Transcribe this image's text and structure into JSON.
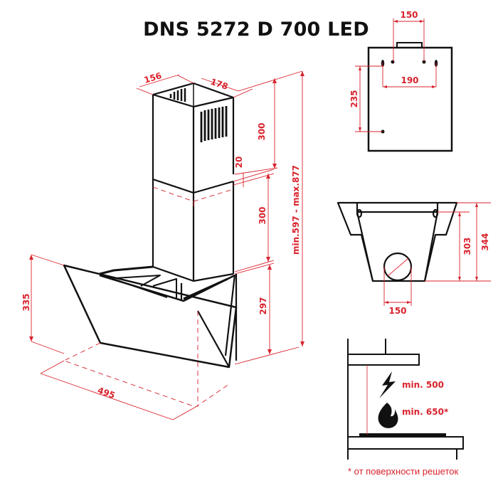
{
  "title": "DNS 5272 D 700 LED",
  "colors": {
    "dimension": "#d9232d",
    "outline": "#111111",
    "background": "#ffffff"
  },
  "main_view": {
    "chimney_top_depth": "156",
    "chimney_top_width": "178",
    "upper_chimney_height": "300",
    "overlap": "20",
    "lower_chimney_height": "300",
    "body_height": "297",
    "total_height": "min.597 - max.877",
    "glass_height": "335",
    "depth": "495"
  },
  "wall_mount_view": {
    "bracket_spacing": "150",
    "hook_spacing": "190",
    "vertical_spacing": "235"
  },
  "top_view": {
    "outlet_diameter": "150",
    "inner_depth": "303",
    "total_depth": "344"
  },
  "installation": {
    "electric_min": "min. 500",
    "gas_min": "min. 650*",
    "footnote": "* от поверхности решеток"
  }
}
